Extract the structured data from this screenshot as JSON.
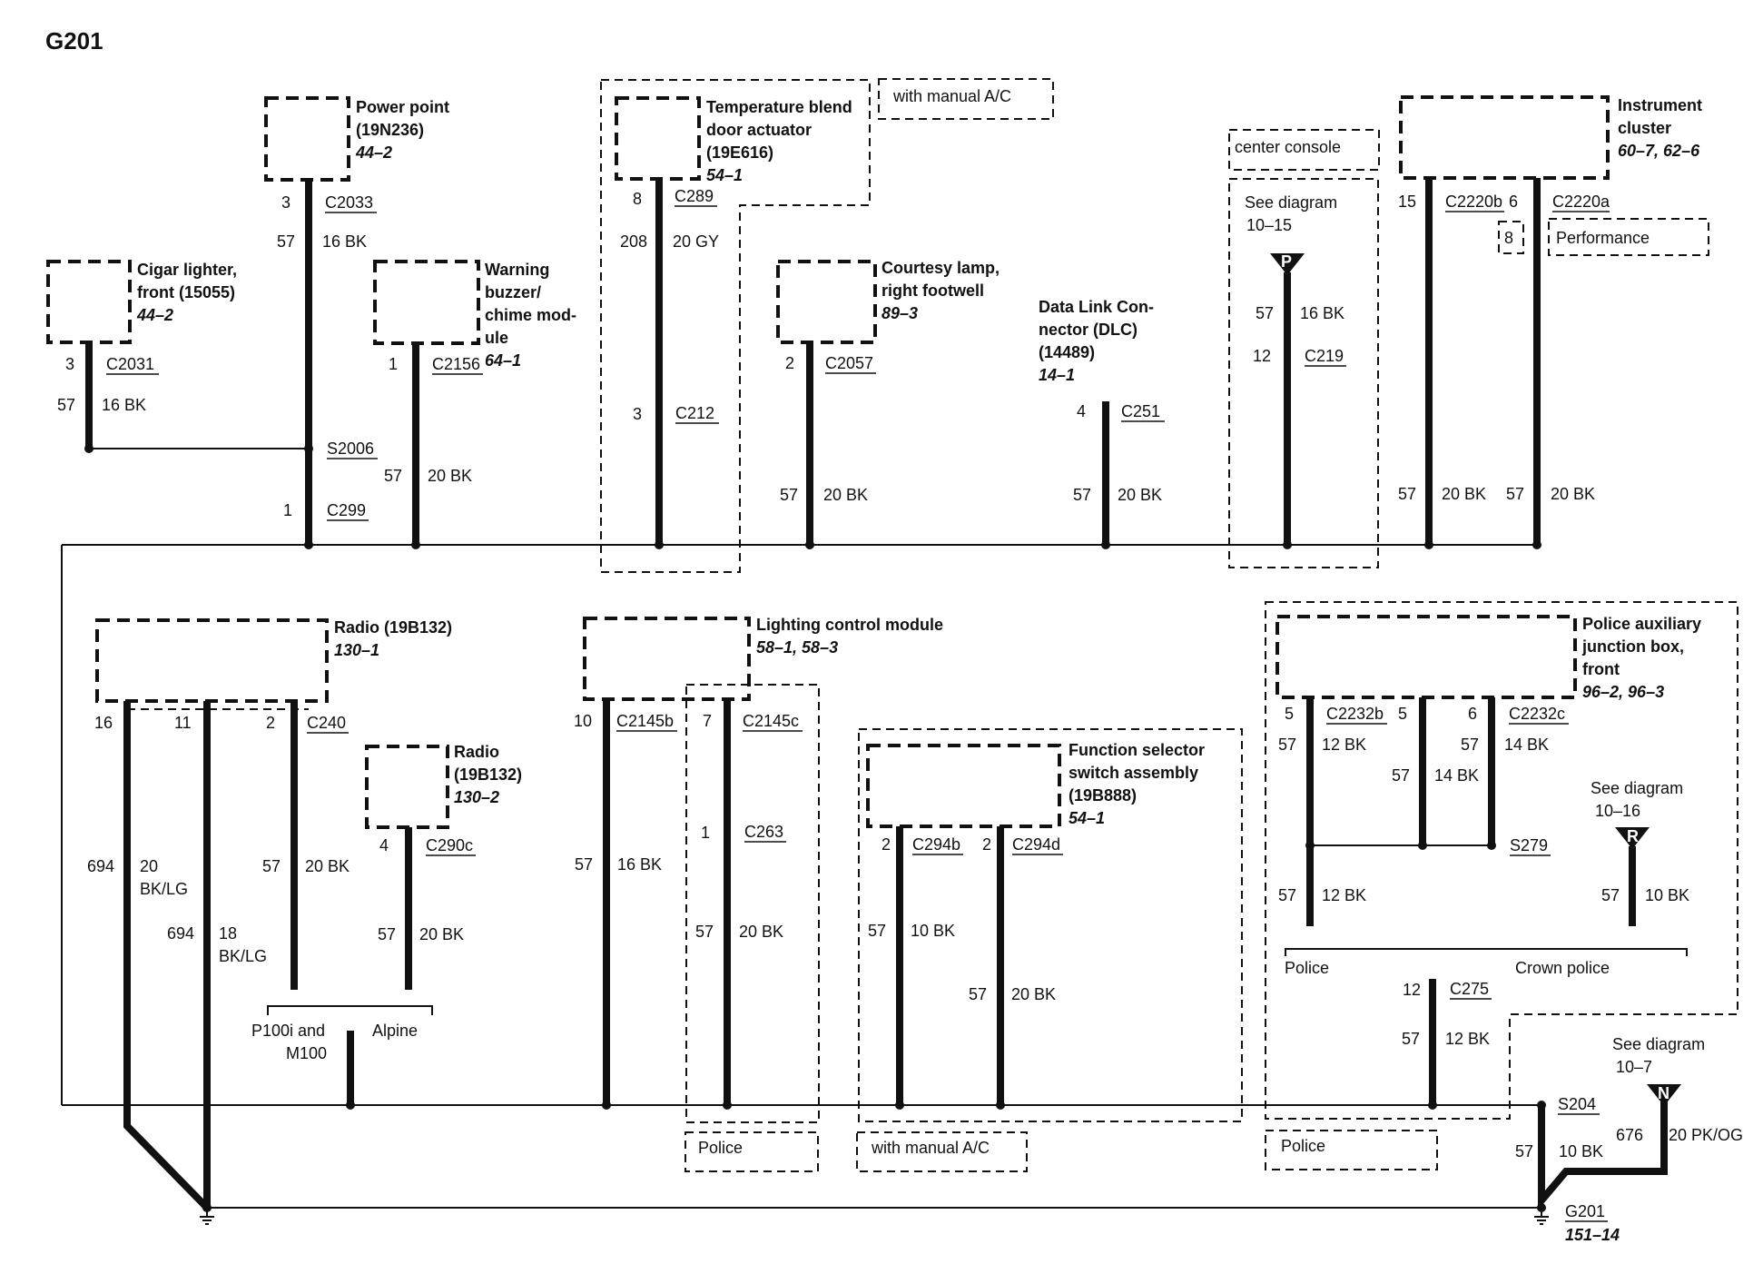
{
  "title": "G201",
  "components": {
    "power_point": {
      "name": "Power point",
      "part": "(19N236)",
      "ref": "44–2"
    },
    "cigar_lighter": {
      "name1": "Cigar lighter,",
      "name2": "front (15055)",
      "ref": "44–2"
    },
    "warning_buzzer": {
      "l1": "Warning",
      "l2": "buzzer/",
      "l3": "chime mod-",
      "l4": "ule",
      "ref": "64–1"
    },
    "temp_blend": {
      "l1": "Temperature blend",
      "l2": "door actuator",
      "l3": "(19E616)",
      "ref": "54–1"
    },
    "courtesy_lamp": {
      "l1": "Courtesy lamp,",
      "l2": "right footwell",
      "ref": "89–3"
    },
    "dlc": {
      "l1": "Data Link Con-",
      "l2": "nector (DLC)",
      "l3": "(14489)",
      "ref": "14–1"
    },
    "instrument_cluster": {
      "l1": "Instrument",
      "l2": "cluster",
      "ref": "60–7, 62–6"
    },
    "radio1": {
      "name": "Radio (19B132)",
      "ref": "130–1"
    },
    "radio2": {
      "l1": "Radio",
      "l2": "(19B132)",
      "ref": "130–2"
    },
    "lcm": {
      "name": "Lighting control module",
      "ref": "58–1, 58–3"
    },
    "function_selector": {
      "l1": "Function selector",
      "l2": "switch assembly",
      "l3": "(19B888)",
      "ref": "54–1"
    },
    "police_box": {
      "l1": "Police auxiliary",
      "l2": "junction box,",
      "l3": "front",
      "ref": "96–2, 96–3"
    }
  },
  "options": {
    "with_manual_ac_top": "with manual A/C",
    "center_console": "center console",
    "performance": "Performance",
    "perf_pin": "8",
    "police_lcm": "Police",
    "with_manual_ac_bottom": "with manual A/C",
    "police_box": "Police",
    "p100i": "P100i and",
    "m100": "M100",
    "alpine": "Alpine",
    "police_branch": "Police",
    "crown_police": "Crown police"
  },
  "see_diagrams": {
    "p": {
      "label": "See diagram",
      "ref": "10–15",
      "letter": "P"
    },
    "r": {
      "label": "See diagram",
      "ref": "10–16",
      "letter": "R"
    },
    "n": {
      "label": "See diagram",
      "ref": "10–7",
      "letter": "N"
    }
  },
  "connectors": {
    "c2033": "C2033",
    "c2031": "C2031",
    "c2156": "C2156",
    "c289": "C289",
    "c212": "C212",
    "c2057": "C2057",
    "c251": "C251",
    "c219": "C219",
    "c2220b": "C2220b",
    "c2220a": "C2220a",
    "c299": "C299",
    "s2006": "S2006",
    "c240": "C240",
    "c290c": "C290c",
    "c2145b": "C2145b",
    "c2145c": "C2145c",
    "c263": "C263",
    "c294b": "C294b",
    "c294d": "C294d",
    "c2232b": "C2232b",
    "c2232c": "C2232c",
    "s279": "S279",
    "c275": "C275",
    "s204": "S204",
    "g201": "G201",
    "g201_ref": "151–14"
  },
  "pins": {
    "pp": "3",
    "cig": "3",
    "buz": "1",
    "tb": "8",
    "c212": "3",
    "cl": "2",
    "dlc": "4",
    "c219": "12",
    "ic15": "15",
    "ic6": "6",
    "c299": "1",
    "r16": "16",
    "r11": "11",
    "r2": "2",
    "r2b": "4",
    "lcm10": "10",
    "lcm7": "7",
    "c263": "1",
    "fs2a": "2",
    "fs2b": "2",
    "pb5a": "5",
    "pb5b": "5",
    "pb6": "6",
    "c275": "12"
  },
  "wires": {
    "pp": {
      "c": "57",
      "s": "16 BK"
    },
    "cig": {
      "c": "57",
      "s": "16 BK"
    },
    "buz": {
      "c": "57",
      "s": "20 BK"
    },
    "tb": {
      "c": "208",
      "s": "20 GY"
    },
    "cl": {
      "c": "57",
      "s": "20 BK"
    },
    "dlc": {
      "c": "57",
      "s": "20 BK"
    },
    "p": {
      "c": "57",
      "s": "16 BK"
    },
    "ic1": {
      "c": "57",
      "s": "20 BK"
    },
    "ic2": {
      "c": "57",
      "s": "20 BK"
    },
    "r16": {
      "c": "694",
      "s1": "20",
      "s2": "BK/LG"
    },
    "r11": {
      "c": "694",
      "s1": "18",
      "s2": "BK/LG"
    },
    "r2": {
      "c": "57",
      "s": "20 BK"
    },
    "rb": {
      "c": "57",
      "s": "20 BK"
    },
    "lcm10": {
      "c": "57",
      "s": "16 BK"
    },
    "lcm7": {
      "c": "57",
      "s": "20 BK"
    },
    "fs1": {
      "c": "57",
      "s": "10 BK"
    },
    "fs2": {
      "c": "57",
      "s": "20 BK"
    },
    "pb1": {
      "c": "57",
      "s": "12 BK"
    },
    "pb2": {
      "c": "57",
      "s": "14 BK"
    },
    "pb3": {
      "c": "57",
      "s": "14 BK"
    },
    "pb4": {
      "c": "57",
      "s": "12 BK"
    },
    "r": {
      "c": "57",
      "s": "10 BK"
    },
    "c275": {
      "c": "57",
      "s": "12 BK"
    },
    "g": {
      "c": "57",
      "s": "10 BK"
    },
    "n": {
      "c": "676",
      "s": "20 PK/OG"
    }
  }
}
